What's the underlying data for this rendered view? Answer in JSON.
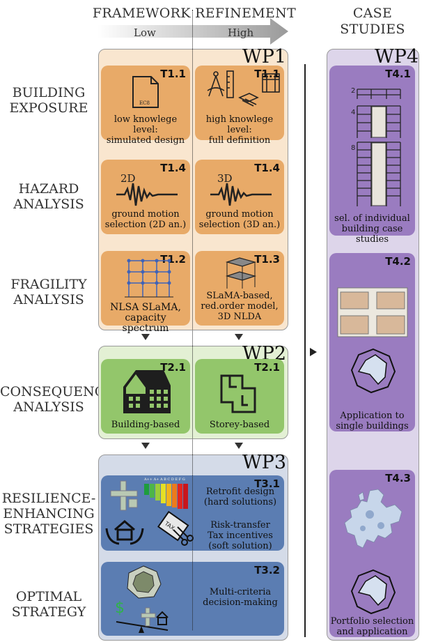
{
  "header": {
    "framework": "FRAMEWORK REFINEMENT",
    "low": "Low",
    "high": "High",
    "case_studies_line1": "CASE",
    "case_studies_line2": "STUDIES"
  },
  "rows": [
    {
      "line1": "BUILDING",
      "line2": "EXPOSURE"
    },
    {
      "line1": "HAZARD",
      "line2": "ANALYSIS"
    },
    {
      "line1": "FRAGILITY",
      "line2": "ANALYSIS"
    },
    {
      "line1": "CONSEQUENCE",
      "line2": "ANALYSIS"
    },
    {
      "line1": "RESILIENCE-",
      "line2": "ENHANCING",
      "line3": "STRATEGIES"
    },
    {
      "line1": "OPTIMAL",
      "line2": "STRATEGY"
    }
  ],
  "wp1": {
    "title": "WP1",
    "t11a": {
      "id": "T1.1",
      "doc_label": "EC8",
      "line1": "low knowlege level:",
      "line2": "simulated design"
    },
    "t11b": {
      "id": "T1.1",
      "line1": "high knowlege level:",
      "line2": "full definition"
    },
    "t14a": {
      "id": "T1.4",
      "dim": "2D",
      "line1": "ground motion",
      "line2": "selection (2D an.)"
    },
    "t14b": {
      "id": "T1.4",
      "dim": "3D",
      "line1": "ground motion",
      "line2": "selection (3D an.)"
    },
    "t12": {
      "id": "T1.2",
      "line1": "NLSA SLaMA,",
      "line2": "capacity spectrum"
    },
    "t13": {
      "id": "T1.3",
      "line1": "SLaMA-based,",
      "line2": "red.order model,",
      "line3": "3D NLDA"
    }
  },
  "wp2": {
    "title": "WP2",
    "t21a": {
      "id": "T2.1",
      "label": "Building-based"
    },
    "t21b": {
      "id": "T2.1",
      "label": "Storey-based"
    }
  },
  "wp3": {
    "title": "WP3",
    "t31": {
      "id": "T3.1",
      "line1": "Retrofit design",
      "line2": "(hard solutions)",
      "line3": "Risk-transfer",
      "line4": "Tax incentives",
      "line5": "(soft solution)",
      "energy_letters": "A++ A+ A B C D E F G",
      "tax_label": "TAX"
    },
    "t32": {
      "id": "T3.2",
      "line1": "Multi-criteria",
      "line2": "decision-making",
      "dollar": "$"
    }
  },
  "wp4": {
    "title": "WP4",
    "t41": {
      "id": "T4.1",
      "line1": "sel. of individual",
      "line2": "building case studies",
      "storeys": [
        "2",
        "4",
        "8"
      ]
    },
    "t42": {
      "id": "T4.2",
      "line1": "Application to",
      "line2": "single buildings"
    },
    "t43": {
      "id": "T4.3",
      "line1": "Portfolio selection",
      "line2": "and application"
    }
  },
  "colors": {
    "wp1_bg": "#f9e6cf",
    "task_orange": "#e8aa68",
    "wp2_bg": "#e3f0d4",
    "task_green": "#93c66b",
    "wp3_bg": "#d4dbe8",
    "task_blue": "#5b7db2",
    "wp4_bg": "#ddd5ea",
    "task_purple": "#9a7cc0"
  }
}
